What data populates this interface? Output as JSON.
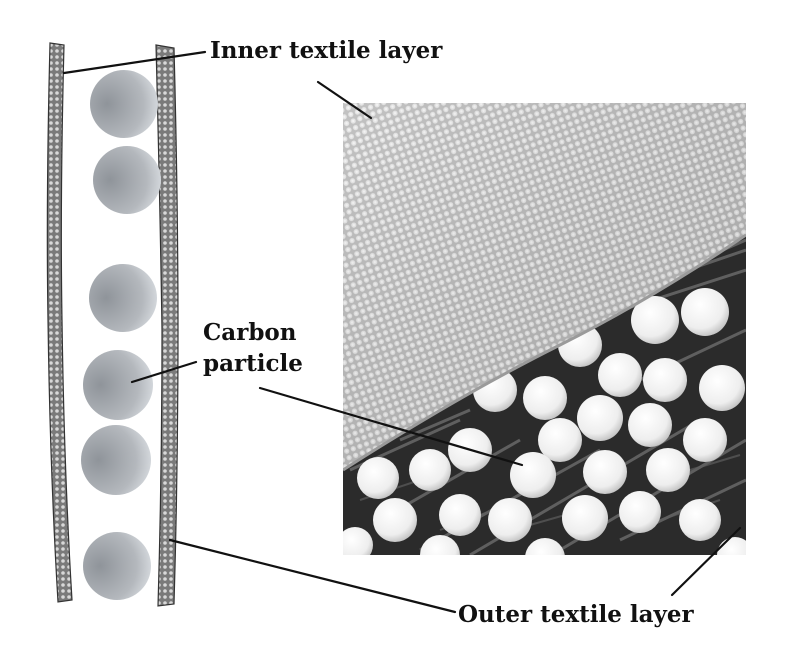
{
  "labels": {
    "inner_layer": "Inner textile layer",
    "carbon_line1": "Carbon",
    "carbon_line2": "particle",
    "outer_layer": "Outer textile layer"
  },
  "colors": {
    "fabric_light": "#c9c9c9",
    "fabric_dark": "#5a5a5a",
    "particle_light": "#e8ecf0",
    "particle_dark": "#8f949a",
    "photo_background": "#2b2b2b",
    "sphere": "#f4f4f4",
    "line": "#111111"
  }
}
